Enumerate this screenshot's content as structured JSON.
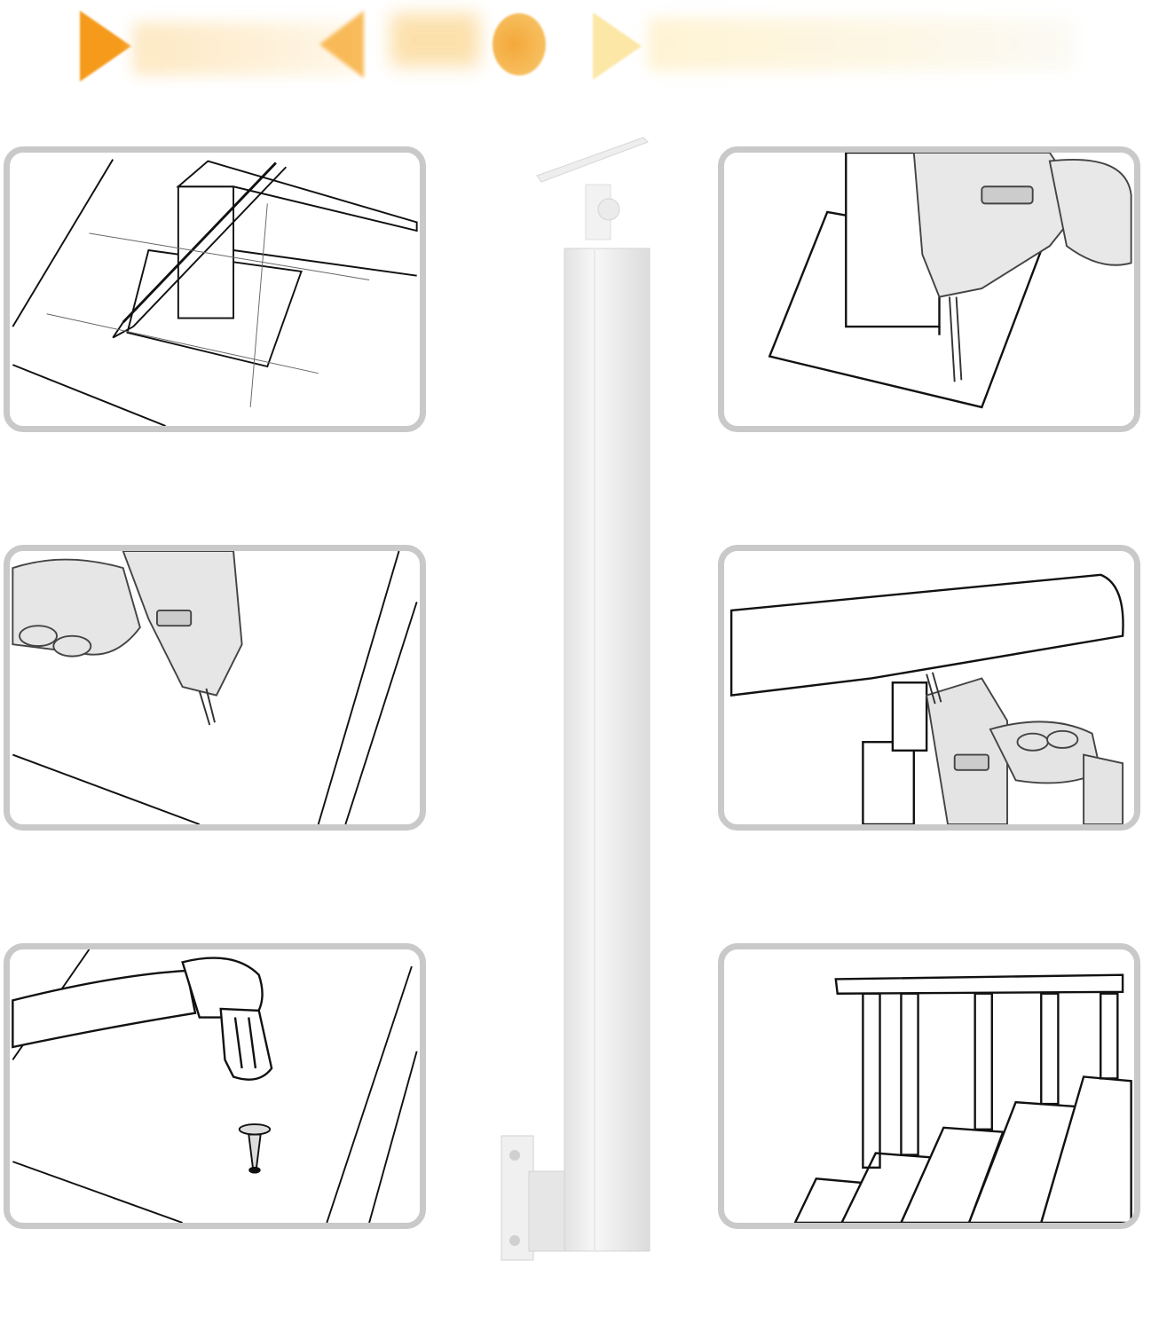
{
  "colors": {
    "accent": "#f59a1a",
    "panel_border": "#c9c9c9",
    "post": "#f3f3f3",
    "post_shadow": "#dcdcdc",
    "line": "#111111"
  },
  "header": {
    "icons": [
      "play-arrow-icon",
      "half-arrow-icon",
      "circle-icon",
      "play-arrow-icon"
    ]
  },
  "panels": [
    {
      "id": "step-1",
      "illustration": "measure-mark-icon"
    },
    {
      "id": "step-2",
      "illustration": "drill-base-icon"
    },
    {
      "id": "step-3",
      "illustration": "drill-floor-icon"
    },
    {
      "id": "step-4",
      "illustration": "drill-handrail-icon"
    },
    {
      "id": "step-5",
      "illustration": "hammer-anchor-icon"
    },
    {
      "id": "step-6",
      "illustration": "finished-stair-icon"
    }
  ],
  "product": {
    "illustration": "stair-railing-post-icon"
  }
}
